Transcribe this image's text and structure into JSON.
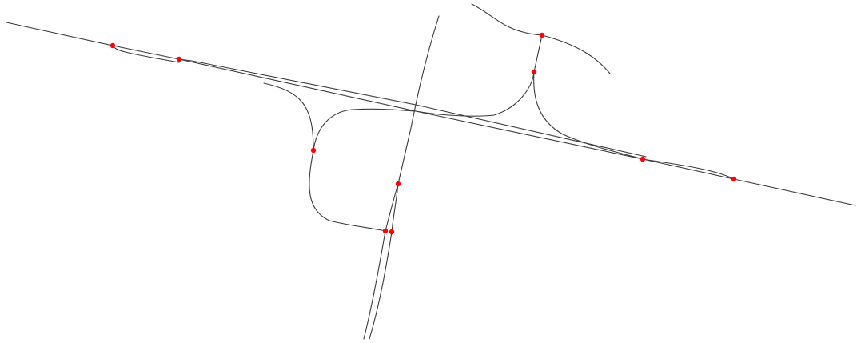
{
  "map": {
    "background_color": "#ffffff",
    "road_color": "#3a3a3a",
    "node_color": "#ff0000",
    "node_count": 10,
    "features": [
      "highway-main-line",
      "highway-parallel-line",
      "west-entry-ramp",
      "east-exit-ramp",
      "southwest-loop-ramp",
      "northeast-loop-ramp",
      "north-south-road",
      "south-branch-road",
      "north-curved-road"
    ]
  }
}
